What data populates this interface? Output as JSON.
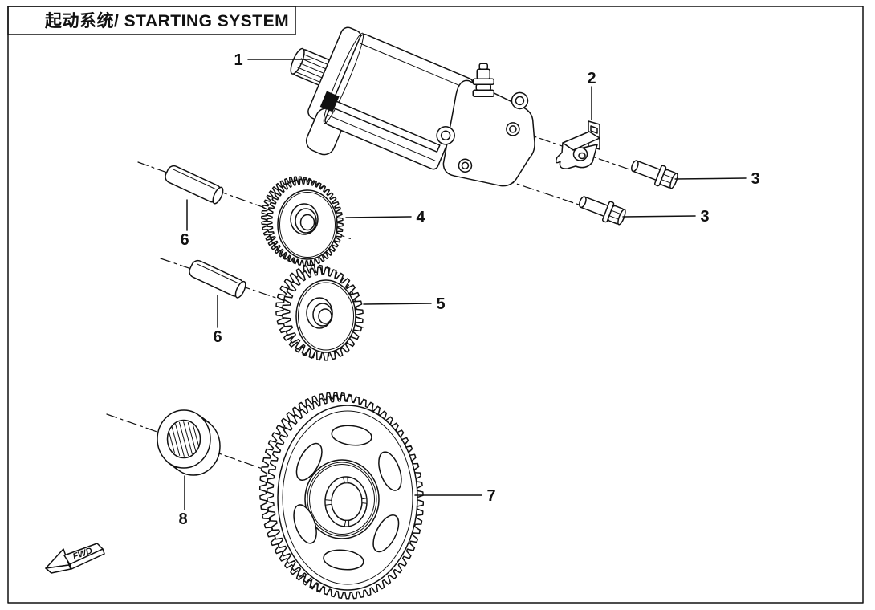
{
  "title": "起动系统/ STARTING SYSTEM",
  "fwd_label": "FWD",
  "colors": {
    "ink": "#111111",
    "paper": "#ffffff"
  },
  "callouts": [
    {
      "num": "1"
    },
    {
      "num": "2"
    },
    {
      "num": "3"
    },
    {
      "num": "3"
    },
    {
      "num": "4"
    },
    {
      "num": "5"
    },
    {
      "num": "6"
    },
    {
      "num": "6"
    },
    {
      "num": "7"
    },
    {
      "num": "8"
    }
  ]
}
